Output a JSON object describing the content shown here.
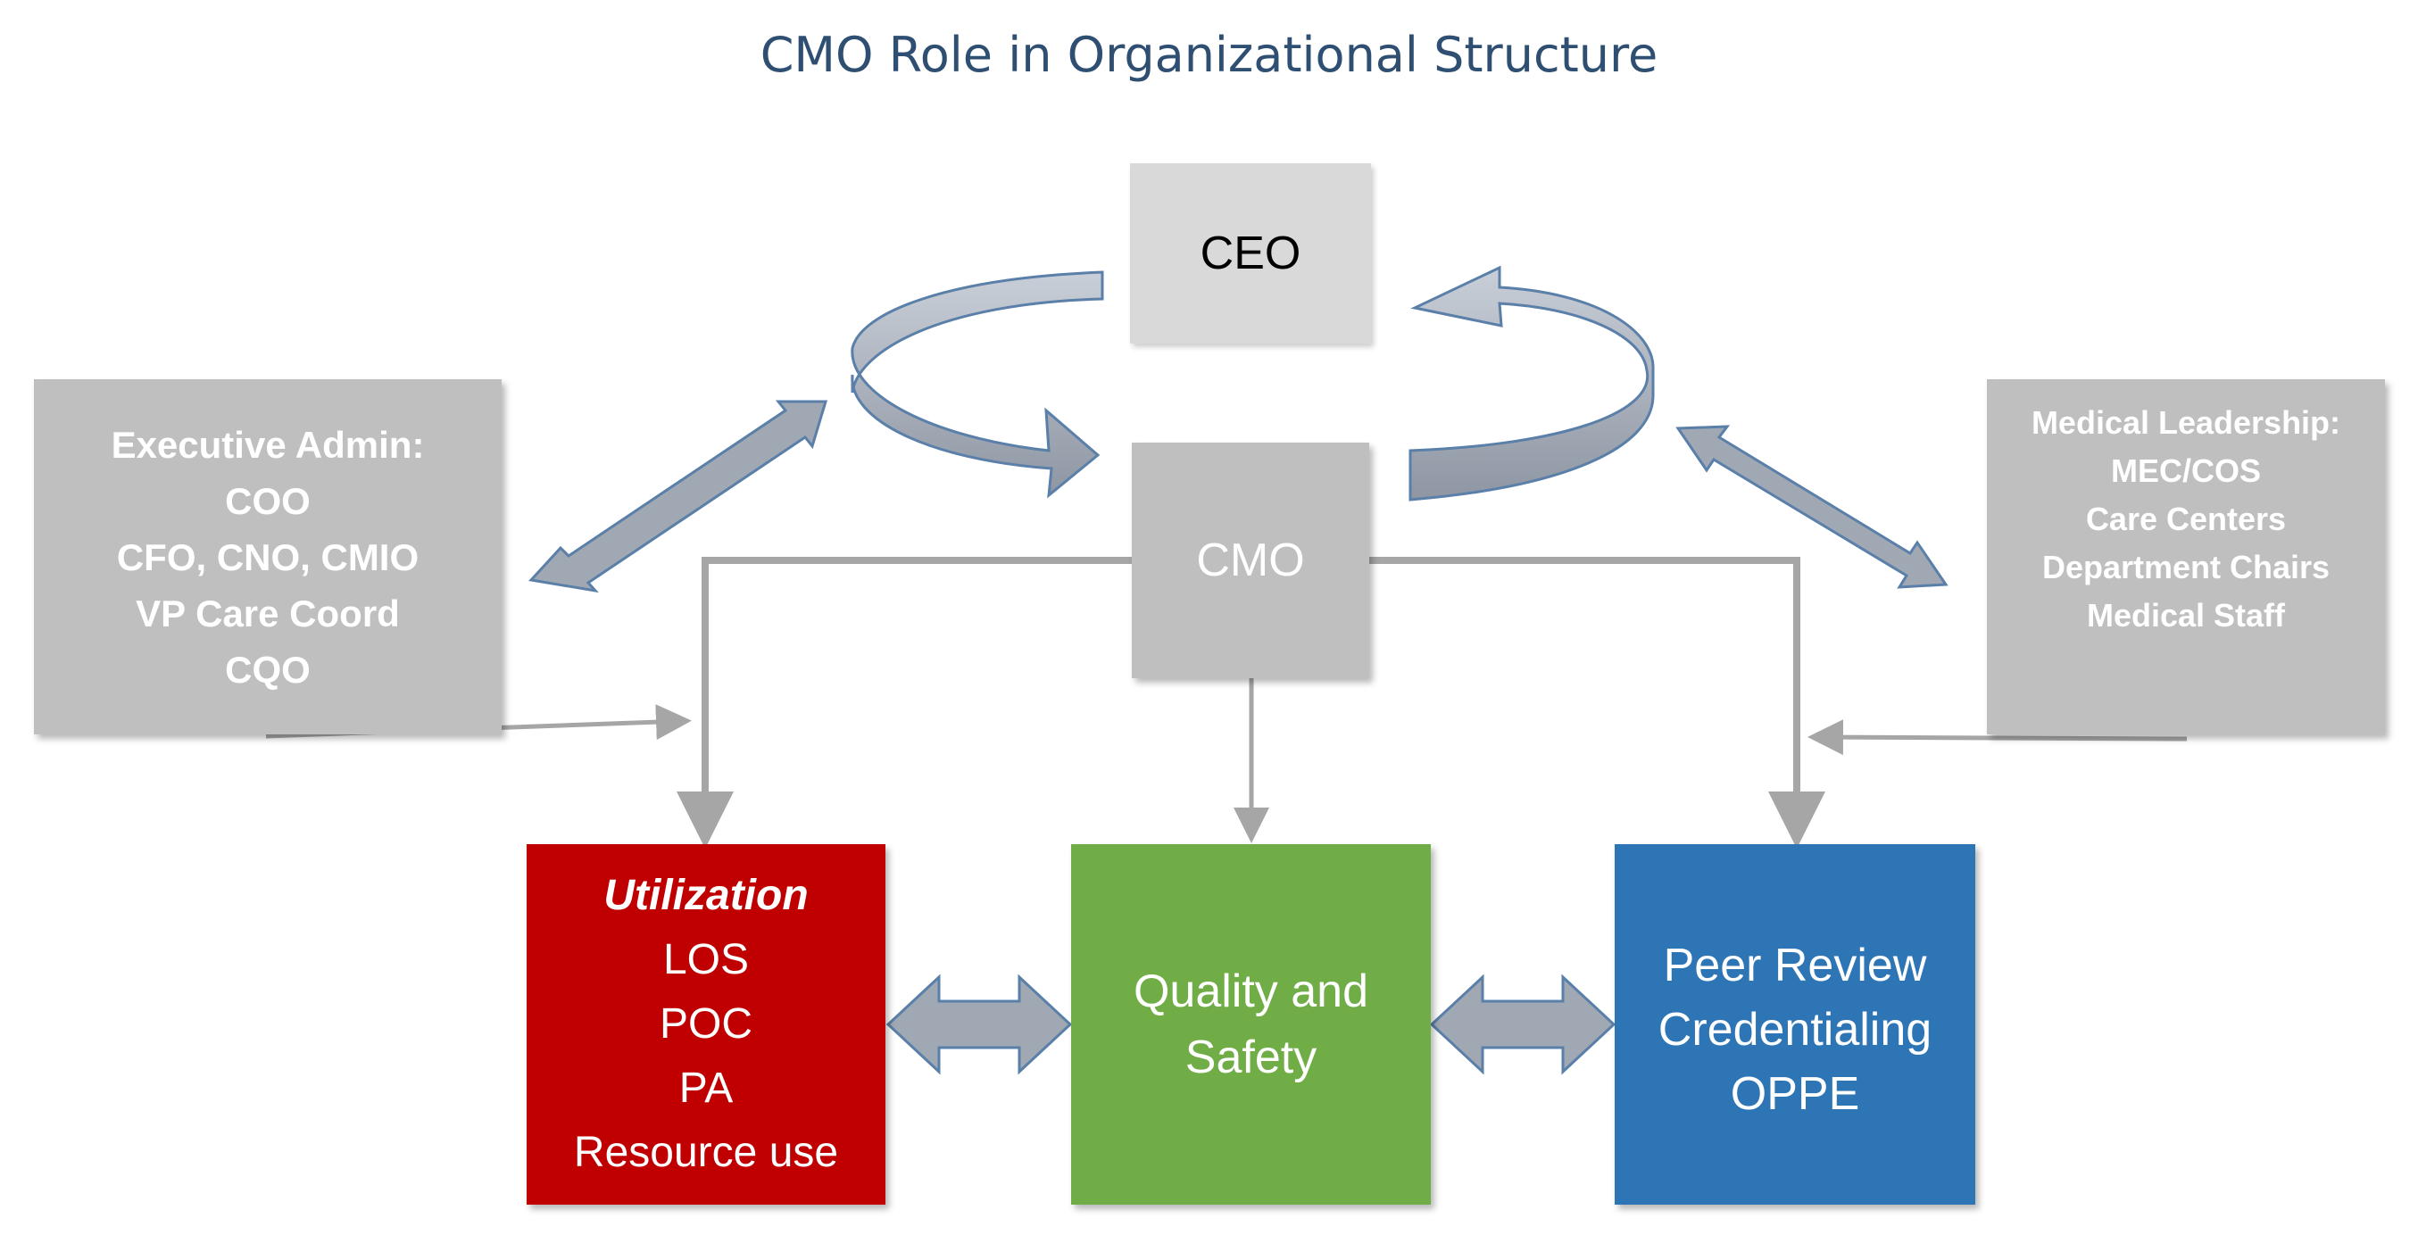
{
  "title": "CMO Role in Organizational Structure",
  "colors": {
    "gray_box": "#bfbfbf",
    "ceo_box": "#d9d9d9",
    "cmo_box": "#bfbfbf",
    "utilization": "#c00000",
    "quality": "#70ad47",
    "peer_review": "#2e75b6",
    "connector": "#a6a6a6",
    "arrow_fill": "#a0a8b4",
    "arrow_stroke": "#5a7fa8",
    "title_color": "#2f4f72"
  },
  "nodes": {
    "ceo": {
      "lines": [
        "CEO"
      ]
    },
    "cmo": {
      "lines": [
        "CMO"
      ]
    },
    "executive_admin": {
      "lines": [
        "Executive Admin:",
        "COO",
        "CFO, CNO, CMIO",
        "VP Care Coord",
        "CQO"
      ]
    },
    "medical_leadership": {
      "lines": [
        "Medical Leadership:",
        "MEC/COS",
        "Care Centers",
        "Department Chairs",
        "Medical Staff"
      ]
    },
    "utilization": {
      "heading": "Utilization",
      "lines": [
        "LOS",
        "POC",
        "PA",
        "Resource use"
      ]
    },
    "quality": {
      "lines": [
        "Quality and",
        "Safety"
      ]
    },
    "peer_review": {
      "lines": [
        "Peer Review",
        "Credentialing",
        "OPPE"
      ]
    }
  }
}
